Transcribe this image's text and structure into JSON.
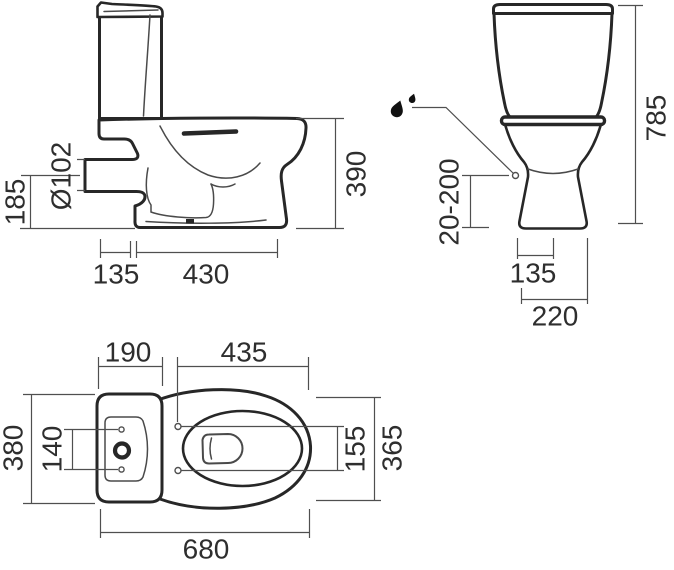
{
  "colors": {
    "outline": "#272727",
    "inner_line": "#4a4a4a",
    "dimension": "#4f4f4f",
    "text": "#2e2e2e",
    "icon": "#111111",
    "background": "#ffffff"
  },
  "icons": {
    "water_inlet": "water-drops-icon"
  },
  "views": {
    "side": {
      "dims": {
        "outlet_diameter": "Ø102",
        "outlet_centre_height": "185",
        "pan_height": "390",
        "outlet_setback": "135",
        "pan_depth": "430"
      }
    },
    "front": {
      "dims": {
        "overall_height": "785",
        "inlet_height_range": "20-200",
        "foot_width": "135",
        "pan_width": "220"
      }
    },
    "plan": {
      "dims": {
        "cistern_depth": "190",
        "seat_length": "435",
        "cistern_width": "380",
        "fixing_centres": "140",
        "hinge_hole_centres": "155",
        "bowl_width": "365",
        "overall_length": "680"
      }
    }
  }
}
